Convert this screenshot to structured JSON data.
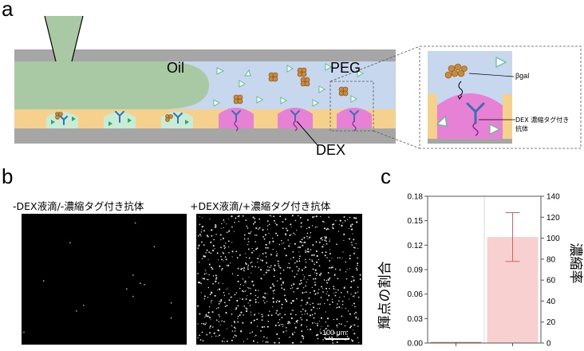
{
  "panels": {
    "a": {
      "letter": "a",
      "oil_label": "Oil",
      "peg_label": "PEG",
      "dex_label": "DEX",
      "inset": {
        "bgal_label": "βgal",
        "dex_tag_label": "DEX 濃縮タグ付き",
        "antibody_label": "抗体"
      }
    },
    "b": {
      "letter": "b",
      "left_title": "-DEX液滴/-濃縮タグ付き抗体",
      "right_title": "+DEX液滴/+濃縮タグ付き抗体",
      "scalebar_label": "100 μm"
    },
    "c": {
      "letter": "c"
    }
  },
  "colors": {
    "channel_gray": "#a6a6a6",
    "oil_green": "#a9c9a4",
    "peg_blue": "#c6d7ee",
    "pillar_yellow": "#f6d18e",
    "dex_pink": "#e781d6",
    "bar_pink": "#f8d0d0",
    "error_red": "#e06060"
  },
  "chart_data": {
    "type": "bar",
    "categories": [
      "",
      ""
    ],
    "series": [
      {
        "name": "",
        "values": [
          0.0,
          0.13
        ],
        "errors": [
          0.0,
          0.03
        ]
      }
    ],
    "ylabel": "輝点の割合",
    "y2label": "濃縮率",
    "ylim": [
      0,
      0.18
    ],
    "y2lim": [
      0,
      140
    ],
    "yticks": [
      "0.00",
      "0.03",
      "0.06",
      "0.09",
      "0.12",
      "0.15",
      "0.18"
    ],
    "y2ticks": [
      "0",
      "20",
      "40",
      "60",
      "80",
      "100",
      "120",
      "140"
    ],
    "grid": false
  }
}
